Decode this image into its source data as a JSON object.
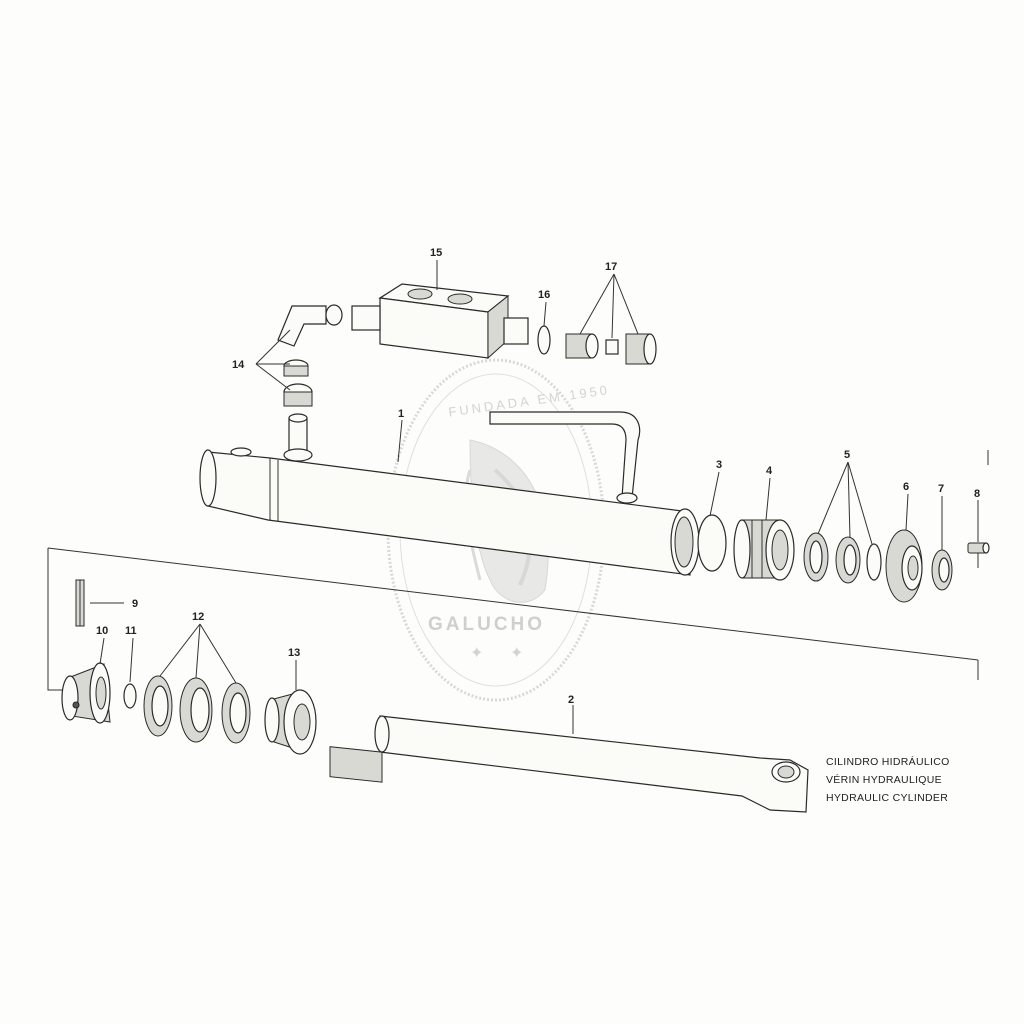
{
  "caption": {
    "line1": "CILINDRO HIDRÁULICO",
    "line2": "VÉRIN HYDRAULIQUE",
    "line3": "HYDRAULIC CYLINDER"
  },
  "watermark": {
    "arc_text": "FUNDADA EM 1950",
    "name": "GALUCHO"
  },
  "callouts": [
    "1",
    "2",
    "3",
    "4",
    "5",
    "6",
    "7",
    "8",
    "9",
    "10",
    "11",
    "12",
    "13",
    "14",
    "15",
    "16",
    "17"
  ],
  "colors": {
    "ink": "#2a2a2a",
    "paper": "#fdfdfb",
    "watermark": "#c4c4c4"
  }
}
